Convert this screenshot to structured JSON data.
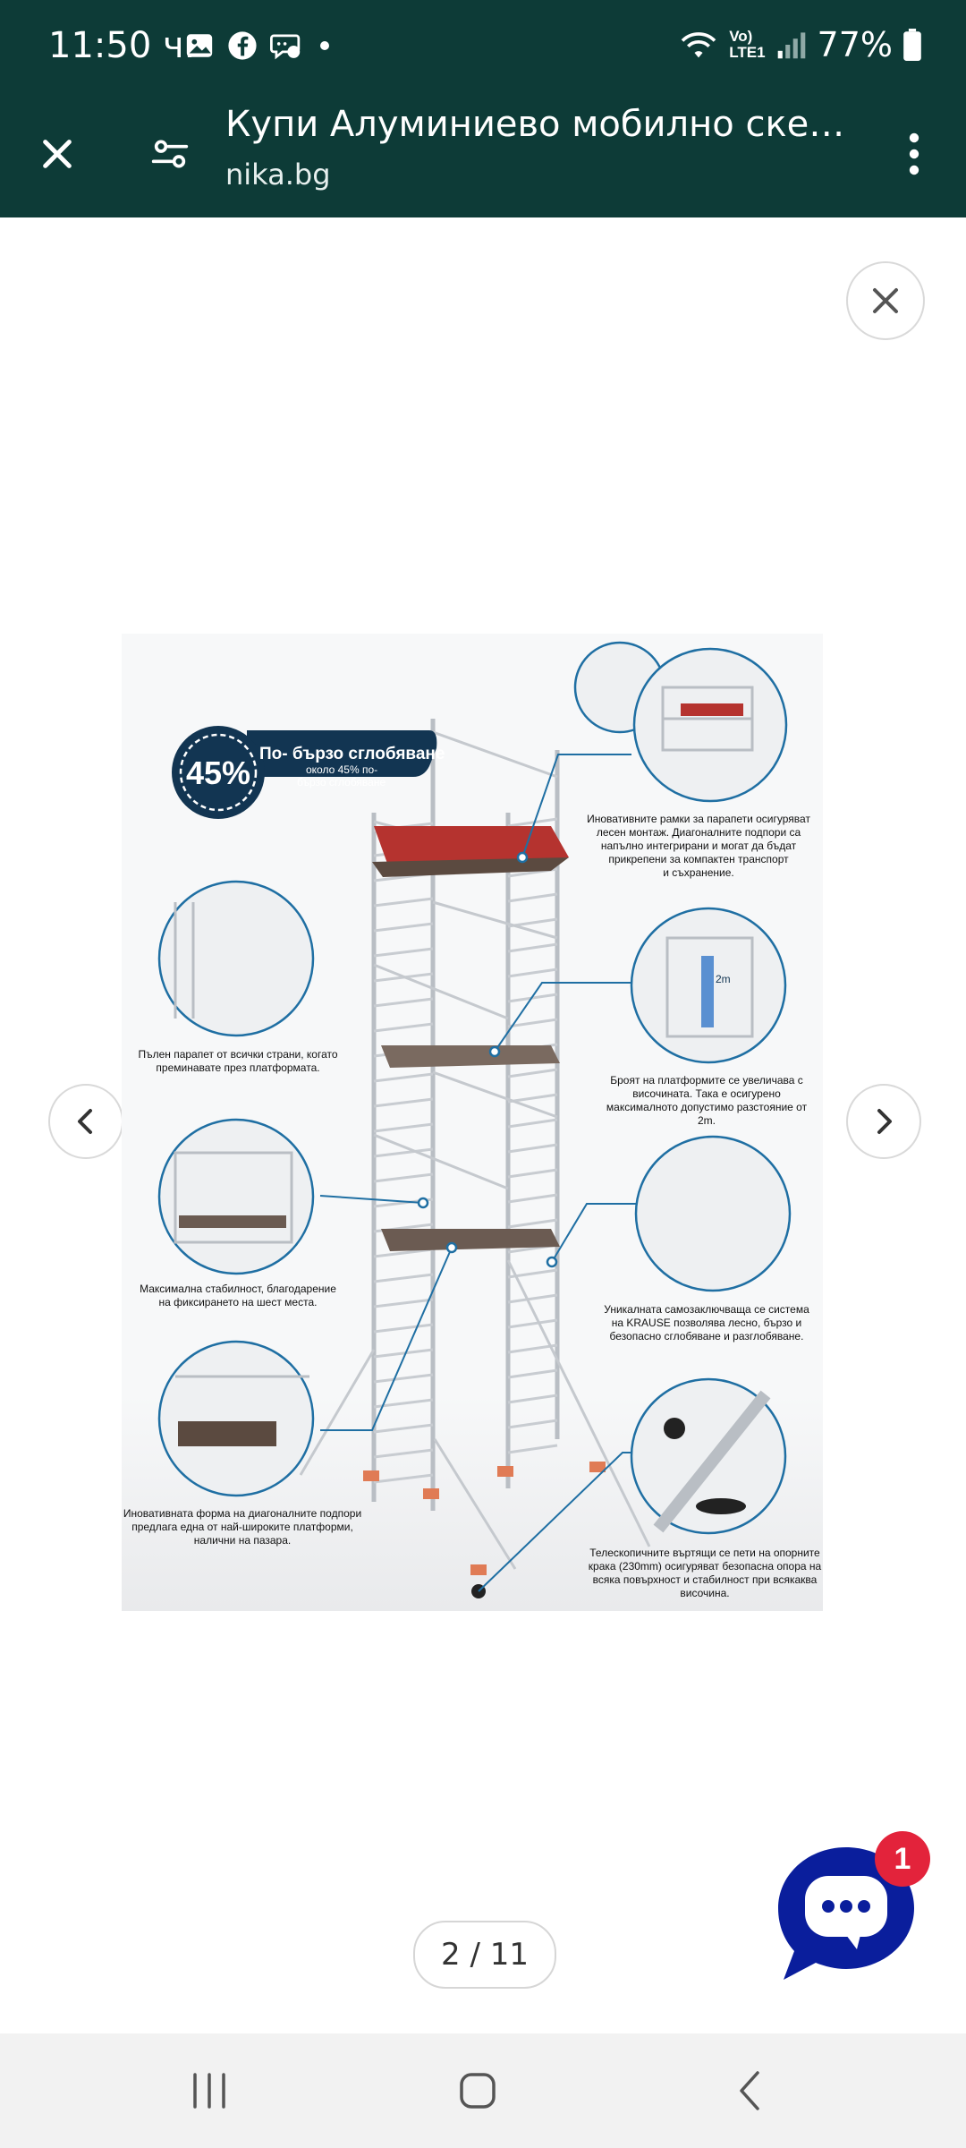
{
  "status_bar": {
    "time": "11:50 ч.",
    "battery": "77%",
    "network": "LTE1",
    "volte": "Vo)"
  },
  "app_bar": {
    "title": "Купи Алуминиево мобилно скеле ...",
    "url": "nika.bg"
  },
  "gallery": {
    "counter": "2 / 11"
  },
  "product_image": {
    "badge_percent": "45%",
    "badge_title": "По- бързо сглобяване",
    "badge_sub1": "около 45% по-",
    "badge_sub2": "бързо сглобяване",
    "callout_1": [
      "Иновативните рамки за парапети осигуряват",
      "лесен монтаж. Диагоналните подпори са",
      "напълно интегрирани и могат да бъдат",
      "прикрепени за компактен транспорт",
      "и съхранение."
    ],
    "callout_2": [
      "Пълен парапет от всички страни, когато",
      "преминавате през платформата."
    ],
    "callout_3": [
      "Броят на платформите се увеличава с",
      "височината. Така е осигурено",
      "максималното допустимо разстояние от",
      "2m."
    ],
    "callout_4": [
      "Максимална стабилност, благодарение",
      "на фиксирането на шест места."
    ],
    "callout_5": [
      "Уникалната самозаключваща се система",
      "на KRAUSE позволява лесно, бързо и",
      "безопасно сглобяване и разглобяване."
    ],
    "callout_6": [
      "Иновативната форма на диагоналните подпори",
      "предлага една от най-широките платформи,",
      "налични на пазара."
    ],
    "callout_7": [
      "Телескопичните въртящи се пети на опорните",
      "крака (230mm) осигуряват безопасна опора на",
      "всяка повърхност и стабилност при всякаква",
      "височина."
    ],
    "label_2m": "2m"
  },
  "chat": {
    "badge_count": "1"
  },
  "colors": {
    "app_bar": "#0d3b37",
    "chat_blue": "#0a1e9c",
    "badge_red": "#e3233b",
    "diagram_blue": "#1f6fa3"
  }
}
